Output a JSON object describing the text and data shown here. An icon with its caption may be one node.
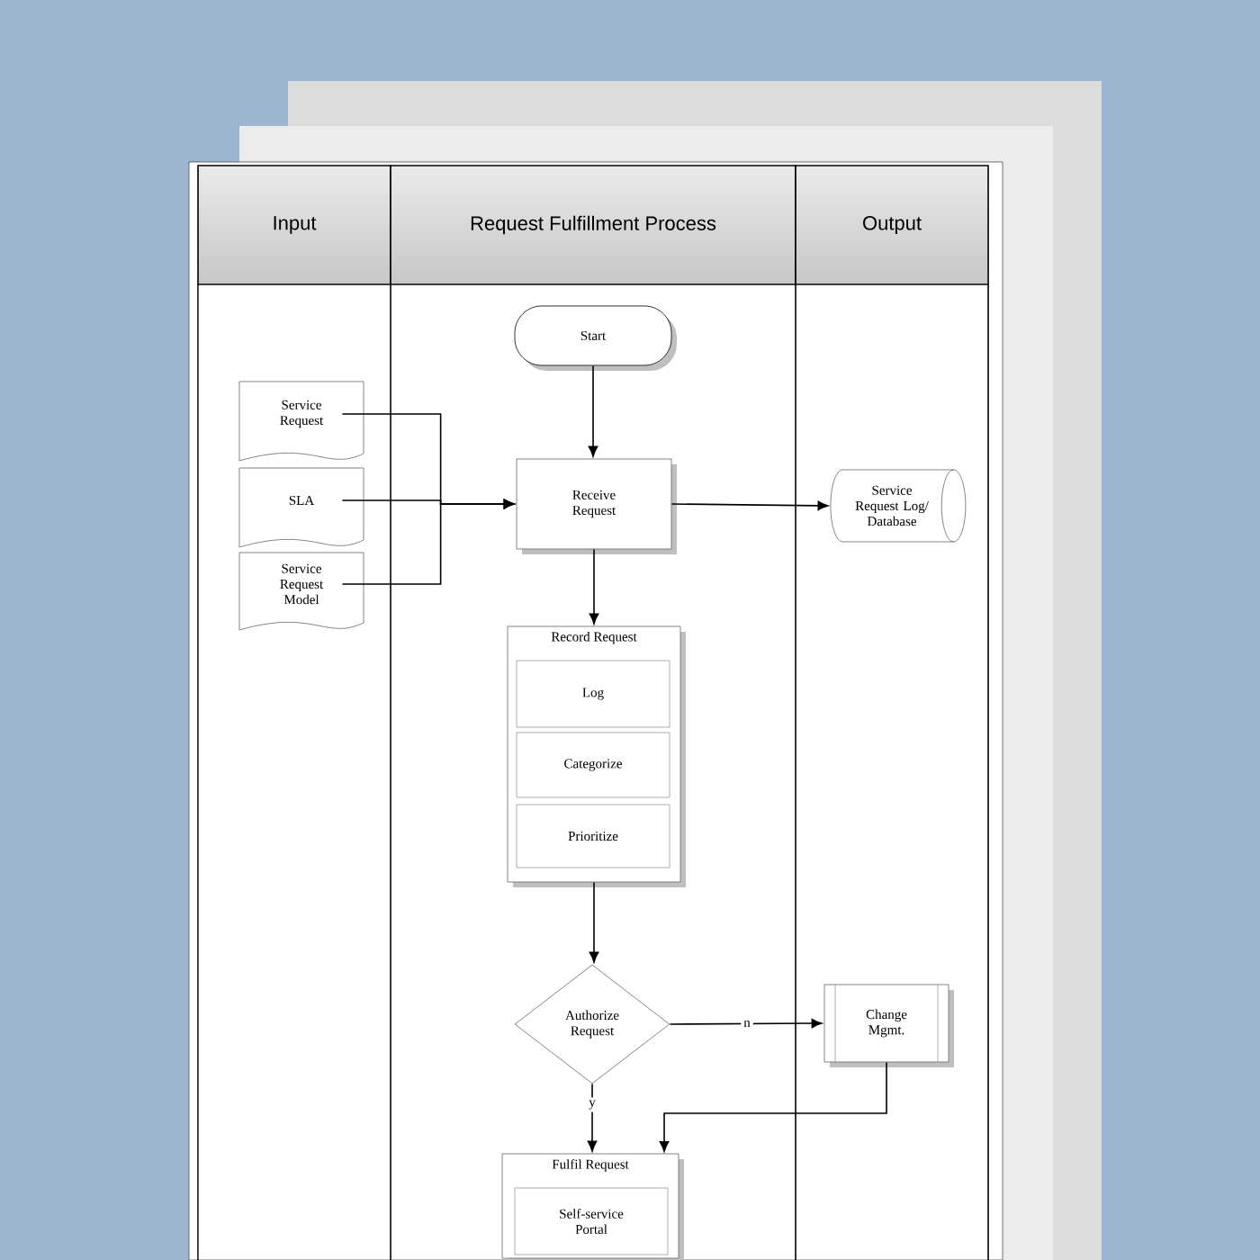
{
  "diagram": {
    "nodes": [
      {
        "text": [
          "Input"
        ]
      },
      {
        "text": [
          "Request Fulfillment Process"
        ]
      },
      {
        "text": [
          "Output"
        ]
      },
      {
        "text": [
          "Start"
        ]
      },
      {
        "text": [
          "Service Request"
        ]
      },
      {
        "text": [
          "SLA"
        ]
      },
      {
        "text": [
          "Service Request Model"
        ]
      },
      {
        "text": [
          "Receive Request"
        ]
      },
      {
        "text": [
          "Service Request Log/ Database"
        ]
      },
      {
        "text": [
          "Record Request"
        ]
      },
      {
        "text": [
          "Log"
        ],
        "in": 9
      },
      {
        "text": [
          "Categorize"
        ],
        "in": 9
      },
      {
        "text": [
          "Prioritize"
        ],
        "in": 9
      },
      {
        "text": [
          "Authorize Request"
        ]
      },
      {
        "text": [
          "Change Mgmt."
        ]
      },
      {
        "text": [
          "Fulfil Request"
        ]
      },
      {
        "text": [
          "Self-service Portal"
        ],
        "in": 15
      }
    ],
    "edges": [
      {
        "from": 3,
        "to": 7,
        "arrow": "to"
      },
      {
        "from": 4,
        "to": 7,
        "arrow": "to"
      },
      {
        "from": 5,
        "to": 7,
        "arrow": "to"
      },
      {
        "from": 6,
        "to": 7,
        "arrow": "to"
      },
      {
        "from": 7,
        "to": 8,
        "arrow": "to"
      },
      {
        "from": 7,
        "to": 9,
        "arrow": "to"
      },
      {
        "from": 9,
        "to": 13,
        "arrow": "to"
      },
      {
        "from": 13,
        "to": 14,
        "arrow": "to",
        "label": "n"
      },
      {
        "from": 13,
        "to": 15,
        "arrow": "to",
        "label": "y"
      },
      {
        "from": 14,
        "to": 15,
        "arrow": "to"
      }
    ]
  }
}
